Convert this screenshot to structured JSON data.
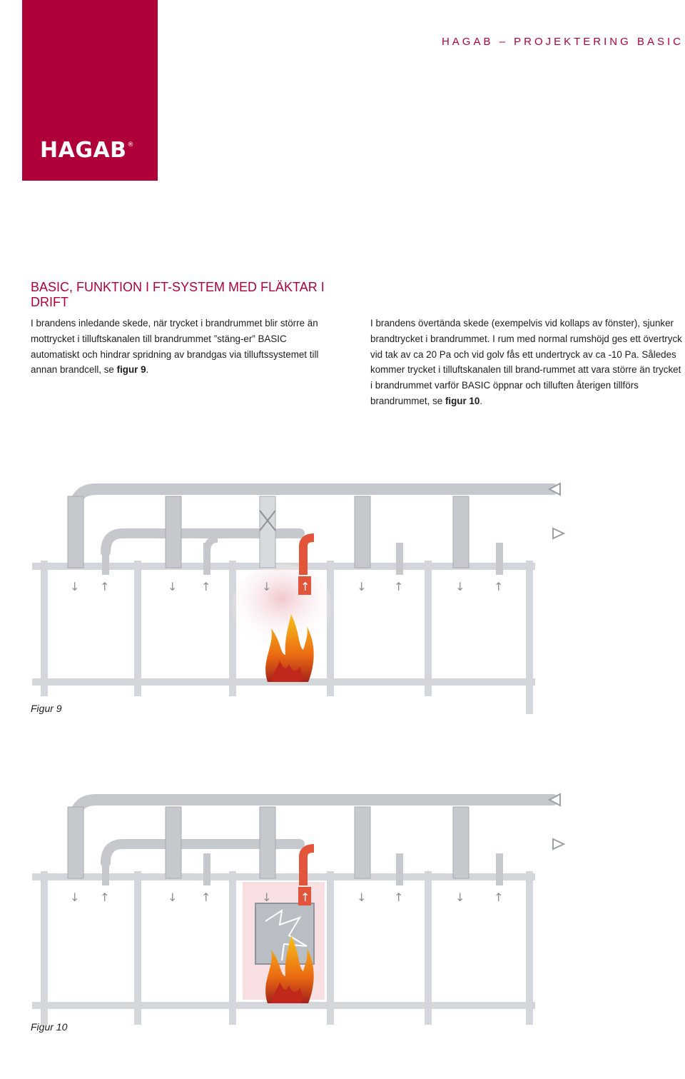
{
  "header": {
    "running_title": "HAGAB – PROJEKTERING BASIC",
    "logo_text": "HAGAB",
    "logo_mark": "®",
    "brand_color": "#b0003a"
  },
  "section": {
    "title": "BASIC, FUNKTION I FT-SYSTEM MED FLÄKTAR I DRIFT"
  },
  "left_paragraph": {
    "text": "I brandens inledande skede, när trycket i brandrummet blir större än mottrycket i tilluftskanalen till brandrummet ”stäng-er” BASIC automatiskt och hindrar spridning av brandgas via tilluftssystemet till annan brandcell, se ",
    "ref": "figur 9",
    "end": "."
  },
  "right_paragraph": {
    "text": "I brandens övertända skede (exempelvis vid kollaps av fönster), sjunker brandtrycket i brandrummet. I rum med normal rumshöjd ges ett övertryck vid tak av ca 20 Pa och vid golv fås ett undertryck av ca -10 Pa. Således kommer trycket i tilluftskanalen till brand-rummet att vara större än trycket i brandrummet varför BASIC öppnar och tilluften återigen tillförs brandrummet, se ",
    "ref": "figur 10",
    "end": "."
  },
  "figures": {
    "fig9_caption": "Figur 9",
    "fig10_caption": "Figur 10",
    "duct_color": "#c9cdd2",
    "hot_duct_color": "#e2553b",
    "fire_color": "#e8650f"
  }
}
